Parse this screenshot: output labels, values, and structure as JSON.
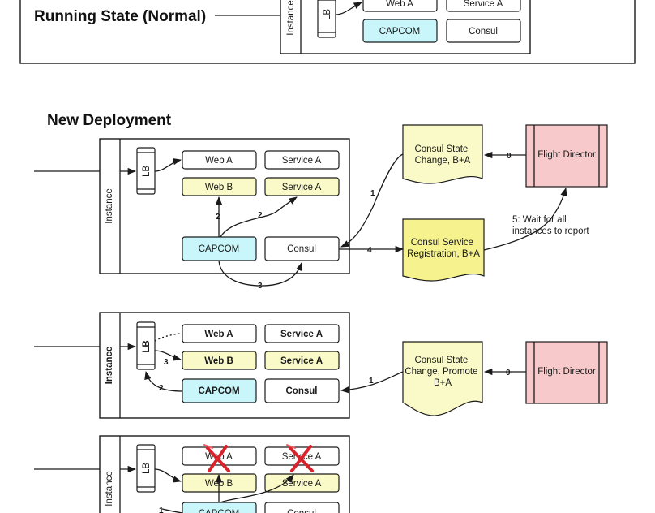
{
  "titles": {
    "running_state": "Running State (Normal)",
    "new_deployment": "New Deployment"
  },
  "labels": {
    "instance": "Instance",
    "lb": "LB",
    "web_a": "Web A",
    "web_b": "Web B",
    "service_a": "Service A",
    "capcom": "CAPCOM",
    "consul": "Consul",
    "flight_director": "Flight Director"
  },
  "documents": {
    "consul_state_change_ba": [
      "Consul State",
      "Change, B+A"
    ],
    "consul_service_registration": [
      "Consul Service",
      "Registration, B+A"
    ],
    "consul_state_change_promote": [
      "Consul State",
      "Change, Promote",
      "B+A"
    ]
  },
  "annotations": {
    "wait_for_all": [
      "5: Wait for all",
      "instances to report"
    ]
  },
  "steps": {
    "zero": "0",
    "one": "1",
    "two": "2",
    "three": "3",
    "four": "4"
  },
  "colors": {
    "yellow_box": "#fafac8",
    "cyan_box": "#c8f6fa",
    "pink_box": "#f7c9cb",
    "registration_doc": "#f6f38e",
    "cross_mark": "#d9232c"
  }
}
